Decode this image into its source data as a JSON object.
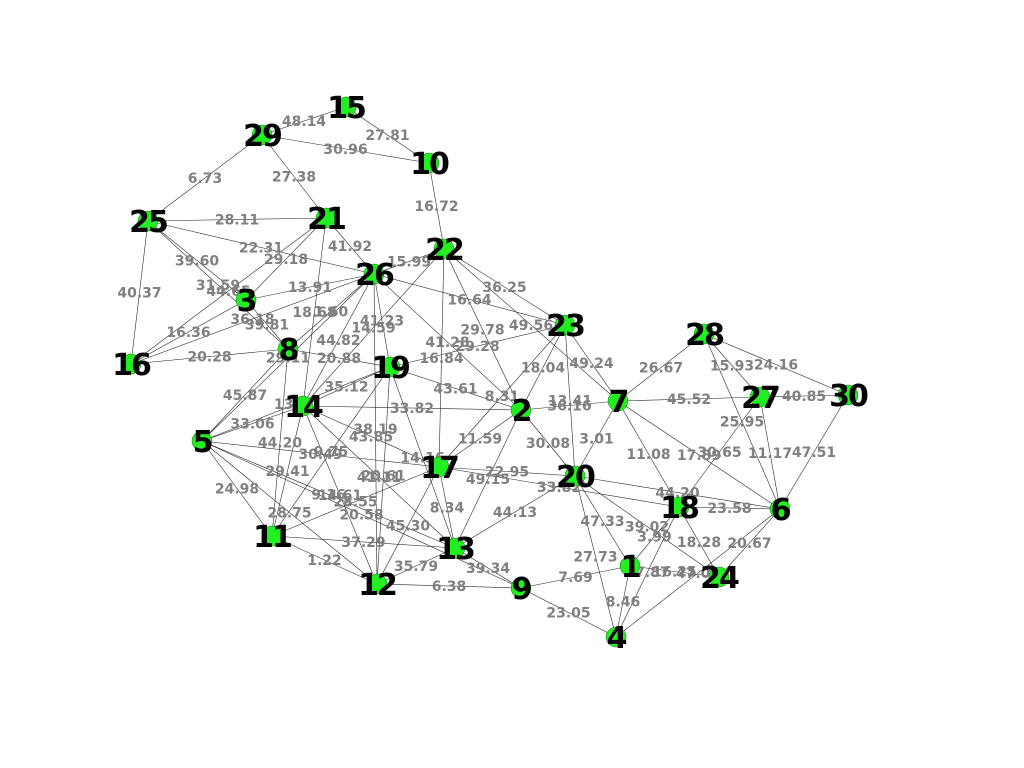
{
  "style": {
    "node_color": "#22ee22",
    "edge_color": "#2b2b2b",
    "edge_label_color": "#808080",
    "node_label_color": "#000000"
  },
  "nodes": [
    "1",
    "2",
    "3",
    "4",
    "5",
    "6",
    "7",
    "8",
    "9",
    "10",
    "11",
    "12",
    "13",
    "14",
    "15",
    "16",
    "17",
    "18",
    "19",
    "20",
    "21",
    "22",
    "23",
    "24",
    "25",
    "26",
    "27",
    "28",
    "29",
    "30"
  ],
  "edges": [
    {
      "source": "15",
      "target": "29",
      "weight": "48.14"
    },
    {
      "source": "15",
      "target": "10",
      "weight": "27.81"
    },
    {
      "source": "29",
      "target": "10",
      "weight": "30.96"
    },
    {
      "source": "29",
      "target": "25",
      "weight": "6.73"
    },
    {
      "source": "29",
      "target": "21",
      "weight": "27.38"
    },
    {
      "source": "10",
      "target": "22",
      "weight": "16.72"
    },
    {
      "source": "25",
      "target": "21",
      "weight": "28.11"
    },
    {
      "source": "25",
      "target": "16",
      "weight": "40.37"
    },
    {
      "source": "25",
      "target": "26",
      "weight": "22.31"
    },
    {
      "source": "25",
      "target": "3",
      "weight": "39.60"
    },
    {
      "source": "25",
      "target": "8",
      "weight": "31.59"
    },
    {
      "source": "21",
      "target": "3",
      "weight": "29.18"
    },
    {
      "source": "21",
      "target": "16",
      "weight": "44.65"
    },
    {
      "source": "21",
      "target": "26",
      "weight": "41.92"
    },
    {
      "source": "21",
      "target": "14",
      "weight": "18.68"
    },
    {
      "source": "3",
      "target": "26",
      "weight": "13.91"
    },
    {
      "source": "3",
      "target": "16",
      "weight": "16.36"
    },
    {
      "source": "3",
      "target": "8",
      "weight": "39.81"
    },
    {
      "source": "16",
      "target": "26",
      "weight": "36.18"
    },
    {
      "source": "16",
      "target": "8",
      "weight": "20.28"
    },
    {
      "source": "8",
      "target": "26",
      "weight": "1.60"
    },
    {
      "source": "8",
      "target": "5",
      "weight": "45.87"
    },
    {
      "source": "8",
      "target": "11",
      "weight": "44.20"
    },
    {
      "source": "8",
      "target": "19",
      "weight": "20.88"
    },
    {
      "source": "26",
      "target": "5",
      "weight": "29.11"
    },
    {
      "source": "26",
      "target": "14",
      "weight": "44.82"
    },
    {
      "source": "26",
      "target": "22",
      "weight": "15.99"
    },
    {
      "source": "26",
      "target": "23",
      "weight": "16.64"
    },
    {
      "source": "26",
      "target": "19",
      "weight": "41.23"
    },
    {
      "source": "26",
      "target": "2",
      "weight": "41.28"
    },
    {
      "source": "26",
      "target": "12",
      "weight": "38.19"
    },
    {
      "source": "22",
      "target": "23",
      "weight": "36.25"
    },
    {
      "source": "22",
      "target": "7",
      "weight": "49.56"
    },
    {
      "source": "22",
      "target": "2",
      "weight": "29.78"
    },
    {
      "source": "22",
      "target": "17",
      "weight": "16.84"
    },
    {
      "source": "22",
      "target": "14",
      "weight": "14.59"
    },
    {
      "source": "23",
      "target": "19",
      "weight": "29.28"
    },
    {
      "source": "23",
      "target": "7",
      "weight": "49.24"
    },
    {
      "source": "23",
      "target": "17",
      "weight": "8.31"
    },
    {
      "source": "23",
      "target": "2",
      "weight": "18.04"
    },
    {
      "source": "23",
      "target": "20",
      "weight": "13.41"
    },
    {
      "source": "19",
      "target": "14",
      "weight": "35.12"
    },
    {
      "source": "19",
      "target": "2",
      "weight": "43.61"
    },
    {
      "source": "19",
      "target": "5",
      "weight": "13.10"
    },
    {
      "source": "19",
      "target": "13",
      "weight": "14.16"
    },
    {
      "source": "19",
      "target": "12",
      "weight": "20.61"
    },
    {
      "source": "19",
      "target": "11",
      "weight": "9.75"
    },
    {
      "source": "14",
      "target": "2",
      "weight": "33.82"
    },
    {
      "source": "14",
      "target": "5",
      "weight": "33.06"
    },
    {
      "source": "14",
      "target": "17",
      "weight": "43.85"
    },
    {
      "source": "14",
      "target": "13",
      "weight": "41.11"
    },
    {
      "source": "14",
      "target": "11",
      "weight": "29.41"
    },
    {
      "source": "14",
      "target": "12",
      "weight": "14.61"
    },
    {
      "source": "2",
      "target": "7",
      "weight": "36.16"
    },
    {
      "source": "2",
      "target": "17",
      "weight": "11.59"
    },
    {
      "source": "2",
      "target": "20",
      "weight": "30.08"
    },
    {
      "source": "2",
      "target": "13",
      "weight": "49.15"
    },
    {
      "source": "7",
      "target": "28",
      "weight": "26.67"
    },
    {
      "source": "7",
      "target": "27",
      "weight": "45.52"
    },
    {
      "source": "7",
      "target": "20",
      "weight": "3.01"
    },
    {
      "source": "7",
      "target": "18",
      "weight": "11.08"
    },
    {
      "source": "7",
      "target": "6",
      "weight": "17.89"
    },
    {
      "source": "28",
      "target": "30",
      "weight": "24.16"
    },
    {
      "source": "28",
      "target": "27",
      "weight": "15.93"
    },
    {
      "source": "28",
      "target": "6",
      "weight": "25.95"
    },
    {
      "source": "27",
      "target": "30",
      "weight": "40.85"
    },
    {
      "source": "27",
      "target": "18",
      "weight": "30.65"
    },
    {
      "source": "27",
      "target": "6",
      "weight": "11.17"
    },
    {
      "source": "30",
      "target": "6",
      "weight": "47.51"
    },
    {
      "source": "5",
      "target": "17",
      "weight": "30.49"
    },
    {
      "source": "5",
      "target": "11",
      "weight": "24.98"
    },
    {
      "source": "5",
      "target": "13",
      "weight": "9.16"
    },
    {
      "source": "5",
      "target": "12",
      "weight": "28.75"
    },
    {
      "source": "5",
      "target": "9",
      "weight": "20.58"
    },
    {
      "source": "17",
      "target": "20",
      "weight": "22.95"
    },
    {
      "source": "17",
      "target": "13",
      "weight": "8.34"
    },
    {
      "source": "17",
      "target": "11",
      "weight": "28.55"
    },
    {
      "source": "17",
      "target": "12",
      "weight": "45.30"
    },
    {
      "source": "17",
      "target": "18",
      "weight": "33.82"
    },
    {
      "source": "20",
      "target": "13",
      "weight": "44.13"
    },
    {
      "source": "20",
      "target": "6",
      "weight": "44.20"
    },
    {
      "source": "20",
      "target": "1",
      "weight": "47.33"
    },
    {
      "source": "20",
      "target": "24",
      "weight": "39.02"
    },
    {
      "source": "20",
      "target": "4",
      "weight": "27.73"
    },
    {
      "source": "18",
      "target": "6",
      "weight": "23.58"
    },
    {
      "source": "18",
      "target": "1",
      "weight": "3.99"
    },
    {
      "source": "18",
      "target": "24",
      "weight": "18.28"
    },
    {
      "source": "18",
      "target": "4",
      "weight": "37.87"
    },
    {
      "source": "6",
      "target": "24",
      "weight": "20.67"
    },
    {
      "source": "6",
      "target": "4",
      "weight": "47.06"
    },
    {
      "source": "1",
      "target": "24",
      "weight": "16.25"
    },
    {
      "source": "1",
      "target": "9",
      "weight": "7.69"
    },
    {
      "source": "1",
      "target": "4",
      "weight": "8.46"
    },
    {
      "source": "11",
      "target": "12",
      "weight": "1.22"
    },
    {
      "source": "11",
      "target": "13",
      "weight": "37.29"
    },
    {
      "source": "12",
      "target": "9",
      "weight": "6.38"
    },
    {
      "source": "12",
      "target": "13",
      "weight": "35.79"
    },
    {
      "source": "13",
      "target": "9",
      "weight": "39.34"
    },
    {
      "source": "9",
      "target": "4",
      "weight": "23.05"
    }
  ]
}
